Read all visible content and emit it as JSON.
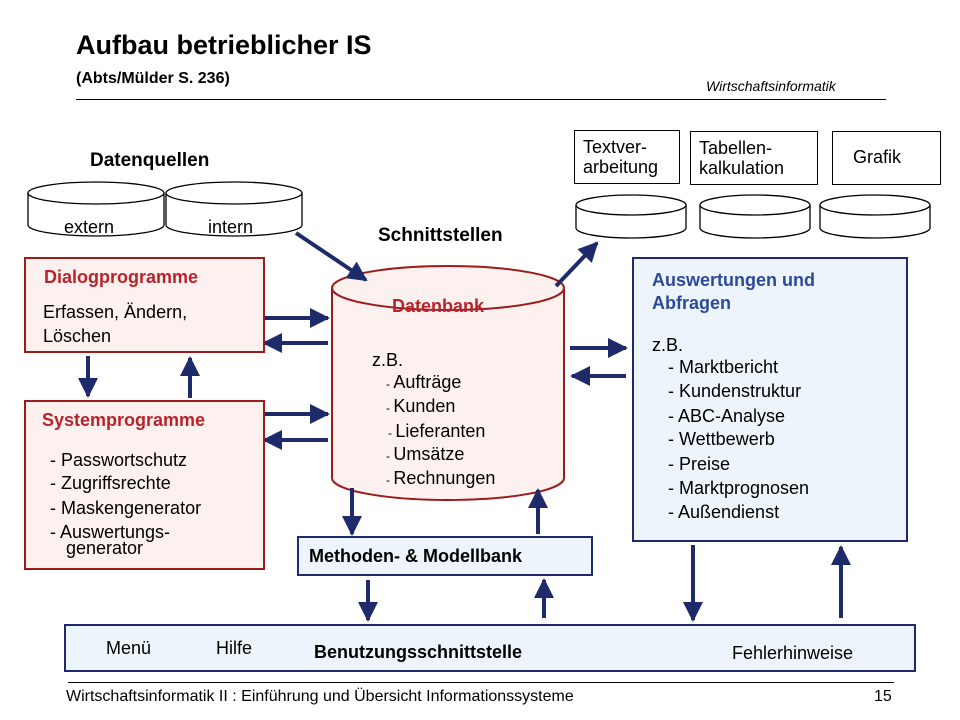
{
  "header": {
    "title": "Aufbau betrieblicher IS",
    "subtitle": "(Abts/Mülder S. 236)",
    "brand": "Wirtschaftsinformatik"
  },
  "sources": {
    "heading": "Datenquellen",
    "extern": "extern",
    "intern": "intern"
  },
  "interfaces_label": "Schnittstellen",
  "apps": {
    "text": "Textver-\narbeitung",
    "table": "Tabellen-\nkalkulation",
    "graphic": "Grafik"
  },
  "dialog": {
    "title": "Dialogprogramme",
    "line1": "Erfassen, Ändern,",
    "line2": "Löschen"
  },
  "system": {
    "title": "Systemprogramme",
    "items": [
      "- Passwortschutz",
      "- Zugriffsrechte",
      "- Maskengenerator",
      "- Auswertungs-"
    ],
    "cont": "generator"
  },
  "database": {
    "title": "Datenbank",
    "intro": "z.B.",
    "items": [
      "Aufträge",
      "Kunden",
      "Lieferanten",
      "Umsätze",
      "Rechnungen"
    ]
  },
  "methods": {
    "label": "Methoden- & Modellbank"
  },
  "reports": {
    "title_line1": "Auswertungen und",
    "title_line2": "Abfragen",
    "intro": "z.B.",
    "items": [
      "- Marktbericht",
      "- Kundenstruktur",
      "- ABC-Analyse",
      "- Wettbewerb",
      "- Preise",
      "- Marktprognosen",
      "- Außendienst"
    ]
  },
  "ui_bar": {
    "menu": "Menü",
    "help": "Hilfe",
    "title": "Benutzungsschnittstelle",
    "errors": "Fehlerhinweise"
  },
  "footer": {
    "text": "Wirtschaftsinformatik II : Einführung und Übersicht Informationssysteme",
    "page": "15"
  },
  "colors": {
    "red_border": "#9a1c1c",
    "red_fill": "#fdf1ef",
    "red_text": "#b8242c",
    "blue_border": "#1f2a6b",
    "blue_fill": "#eef4fb",
    "blue_text": "#2b4a9a",
    "arrow": "#1f2a6b"
  }
}
